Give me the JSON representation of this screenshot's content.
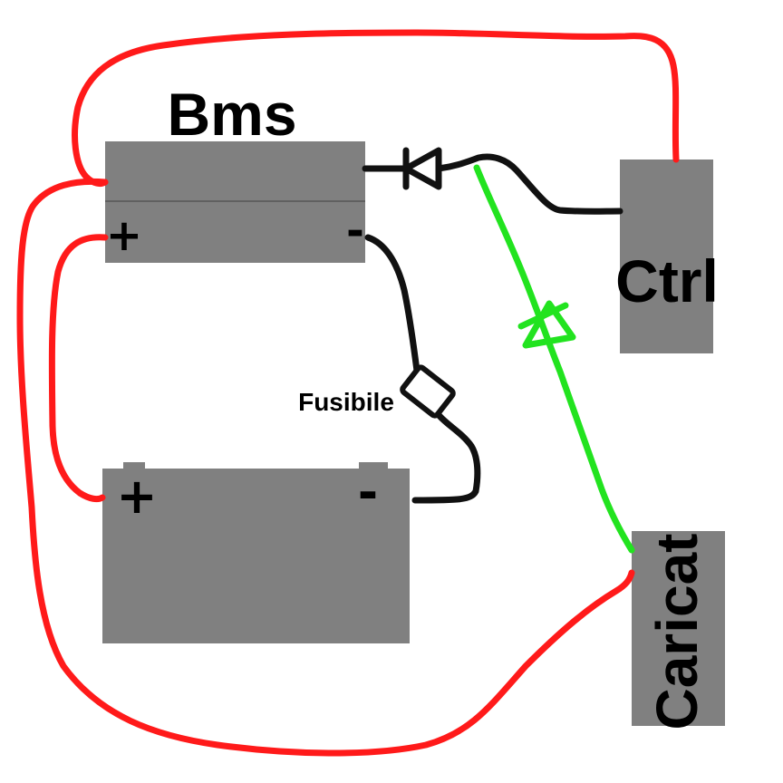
{
  "labels": {
    "bms": "Bms",
    "ctrl": "Ctrl",
    "caricat": "Caricat",
    "fuse": "Fusibile",
    "bms_plus": "+",
    "bms_minus": "-",
    "battery_plus": "+",
    "battery_minus": "-"
  },
  "colors": {
    "background": "#ffffff",
    "component_fill": "#808080",
    "positive_wire": "#ff1a1a",
    "negative_wire": "#111111",
    "charge_wire": "#22e31f"
  },
  "components": [
    "bms-box",
    "battery-box",
    "ctrl-box",
    "caricat-box",
    "fuse"
  ],
  "symbols": [
    "diode-icon",
    "green-diode-icon"
  ]
}
